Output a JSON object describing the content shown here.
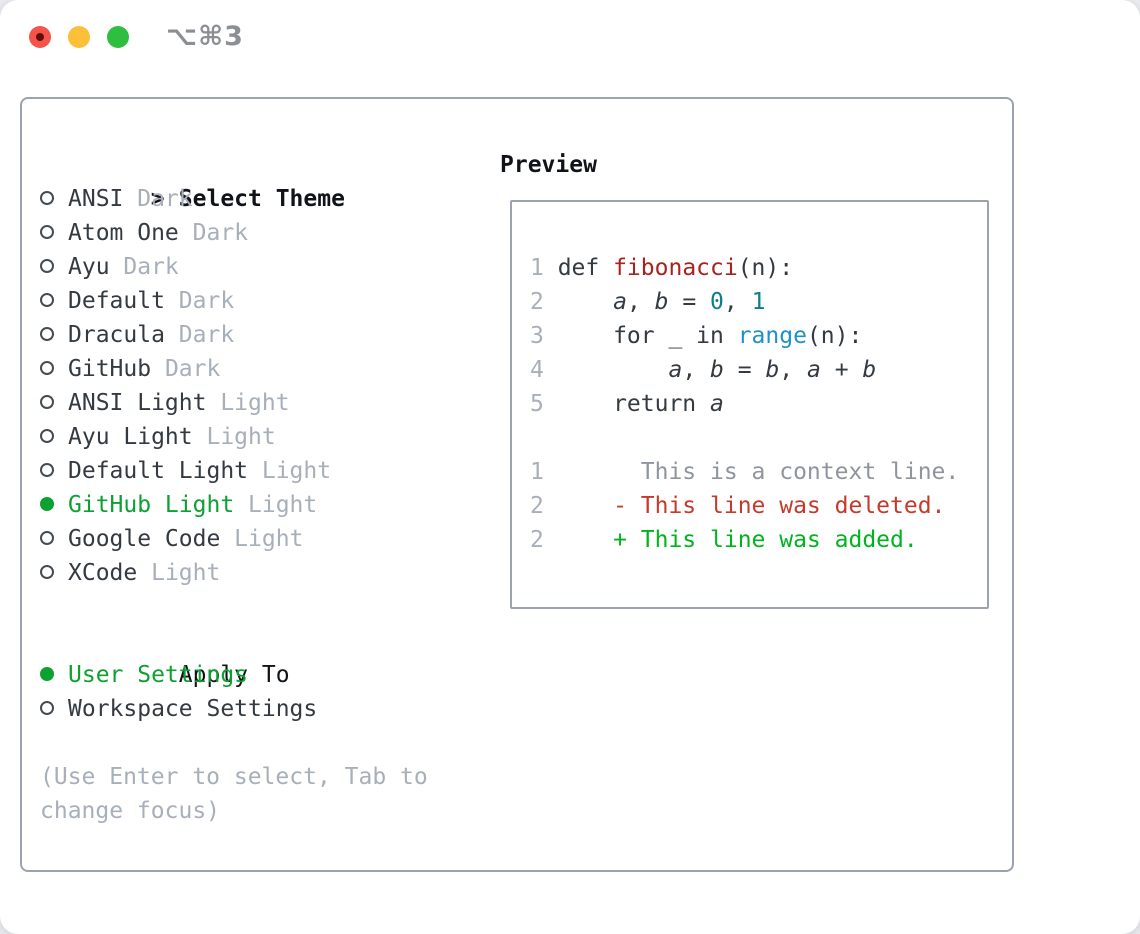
{
  "window": {
    "title": "⌥⌘3",
    "traffic_lights": [
      {
        "name": "close",
        "color": "#f4544c"
      },
      {
        "name": "minimize",
        "color": "#fcbf38"
      },
      {
        "name": "zoom",
        "color": "#2ebe40"
      }
    ]
  },
  "theme_picker": {
    "heading_marker": ">",
    "heading": "Select Theme",
    "items": [
      {
        "name": "ANSI",
        "tag": "Dark",
        "selected": false
      },
      {
        "name": "Atom One",
        "tag": "Dark",
        "selected": false
      },
      {
        "name": "Ayu",
        "tag": "Dark",
        "selected": false
      },
      {
        "name": "Default",
        "tag": "Dark",
        "selected": false
      },
      {
        "name": "Dracula",
        "tag": "Dark",
        "selected": false
      },
      {
        "name": "GitHub",
        "tag": "Dark",
        "selected": false
      },
      {
        "name": "ANSI Light",
        "tag": "Light",
        "selected": false
      },
      {
        "name": "Ayu Light",
        "tag": "Light",
        "selected": false
      },
      {
        "name": "Default Light",
        "tag": "Light",
        "selected": false
      },
      {
        "name": "GitHub Light",
        "tag": "Light",
        "selected": true
      },
      {
        "name": "Google Code",
        "tag": "Light",
        "selected": false
      },
      {
        "name": "XCode",
        "tag": "Light",
        "selected": false
      }
    ],
    "apply_to": {
      "heading": "Apply To",
      "options": [
        {
          "name": "User Settings",
          "selected": true
        },
        {
          "name": "Workspace Settings",
          "selected": false
        }
      ]
    },
    "hint_lines": [
      "(Use Enter to select, Tab to",
      "change focus)"
    ],
    "icons": {
      "unselected": "radio-circle-outline",
      "selected": "radio-circle-filled"
    }
  },
  "preview": {
    "heading": "Preview",
    "lines": [
      {
        "num": "1",
        "segments": [
          {
            "t": "def ",
            "s": "code"
          },
          {
            "t": "fibonacci",
            "s": "func"
          },
          {
            "t": "(n):",
            "s": "code"
          }
        ]
      },
      {
        "num": "2",
        "segments": [
          {
            "t": "    ",
            "s": "code"
          },
          {
            "t": "a",
            "s": "var"
          },
          {
            "t": ", ",
            "s": "code"
          },
          {
            "t": "b",
            "s": "var"
          },
          {
            "t": " = ",
            "s": "code"
          },
          {
            "t": "0",
            "s": "num"
          },
          {
            "t": ", ",
            "s": "code"
          },
          {
            "t": "1",
            "s": "num"
          }
        ]
      },
      {
        "num": "3",
        "segments": [
          {
            "t": "    for _ in ",
            "s": "code"
          },
          {
            "t": "range",
            "s": "builtin"
          },
          {
            "t": "(n):",
            "s": "code"
          }
        ]
      },
      {
        "num": "4",
        "segments": [
          {
            "t": "        ",
            "s": "code"
          },
          {
            "t": "a",
            "s": "var"
          },
          {
            "t": ", ",
            "s": "code"
          },
          {
            "t": "b",
            "s": "var"
          },
          {
            "t": " = ",
            "s": "code"
          },
          {
            "t": "b",
            "s": "var"
          },
          {
            "t": ", ",
            "s": "code"
          },
          {
            "t": "a",
            "s": "var"
          },
          {
            "t": " + ",
            "s": "code"
          },
          {
            "t": "b",
            "s": "var"
          }
        ]
      },
      {
        "num": "5",
        "segments": [
          {
            "t": "    return ",
            "s": "code"
          },
          {
            "t": "a",
            "s": "var"
          }
        ]
      },
      {
        "num": "",
        "segments": []
      },
      {
        "num": "1",
        "segments": [
          {
            "t": "      This is a context line.",
            "s": "ctx"
          }
        ]
      },
      {
        "num": "2",
        "segments": [
          {
            "t": "    - This line was deleted.",
            "s": "del"
          }
        ]
      },
      {
        "num": "2",
        "segments": [
          {
            "t": "    + This line was added.",
            "s": "add"
          }
        ]
      }
    ]
  },
  "colors": {
    "accent_green": "#0ca131",
    "added_green": "#00b41e",
    "deleted_red": "#c43a2b",
    "function_red": "#a8231f",
    "number_teal": "#0d7e8c",
    "builtin_blue": "#2090cc",
    "muted_gray": "#a7afba",
    "context_gray": "#8f959e",
    "border_gray": "#9aa3ae",
    "text_dark": "#343a42"
  }
}
